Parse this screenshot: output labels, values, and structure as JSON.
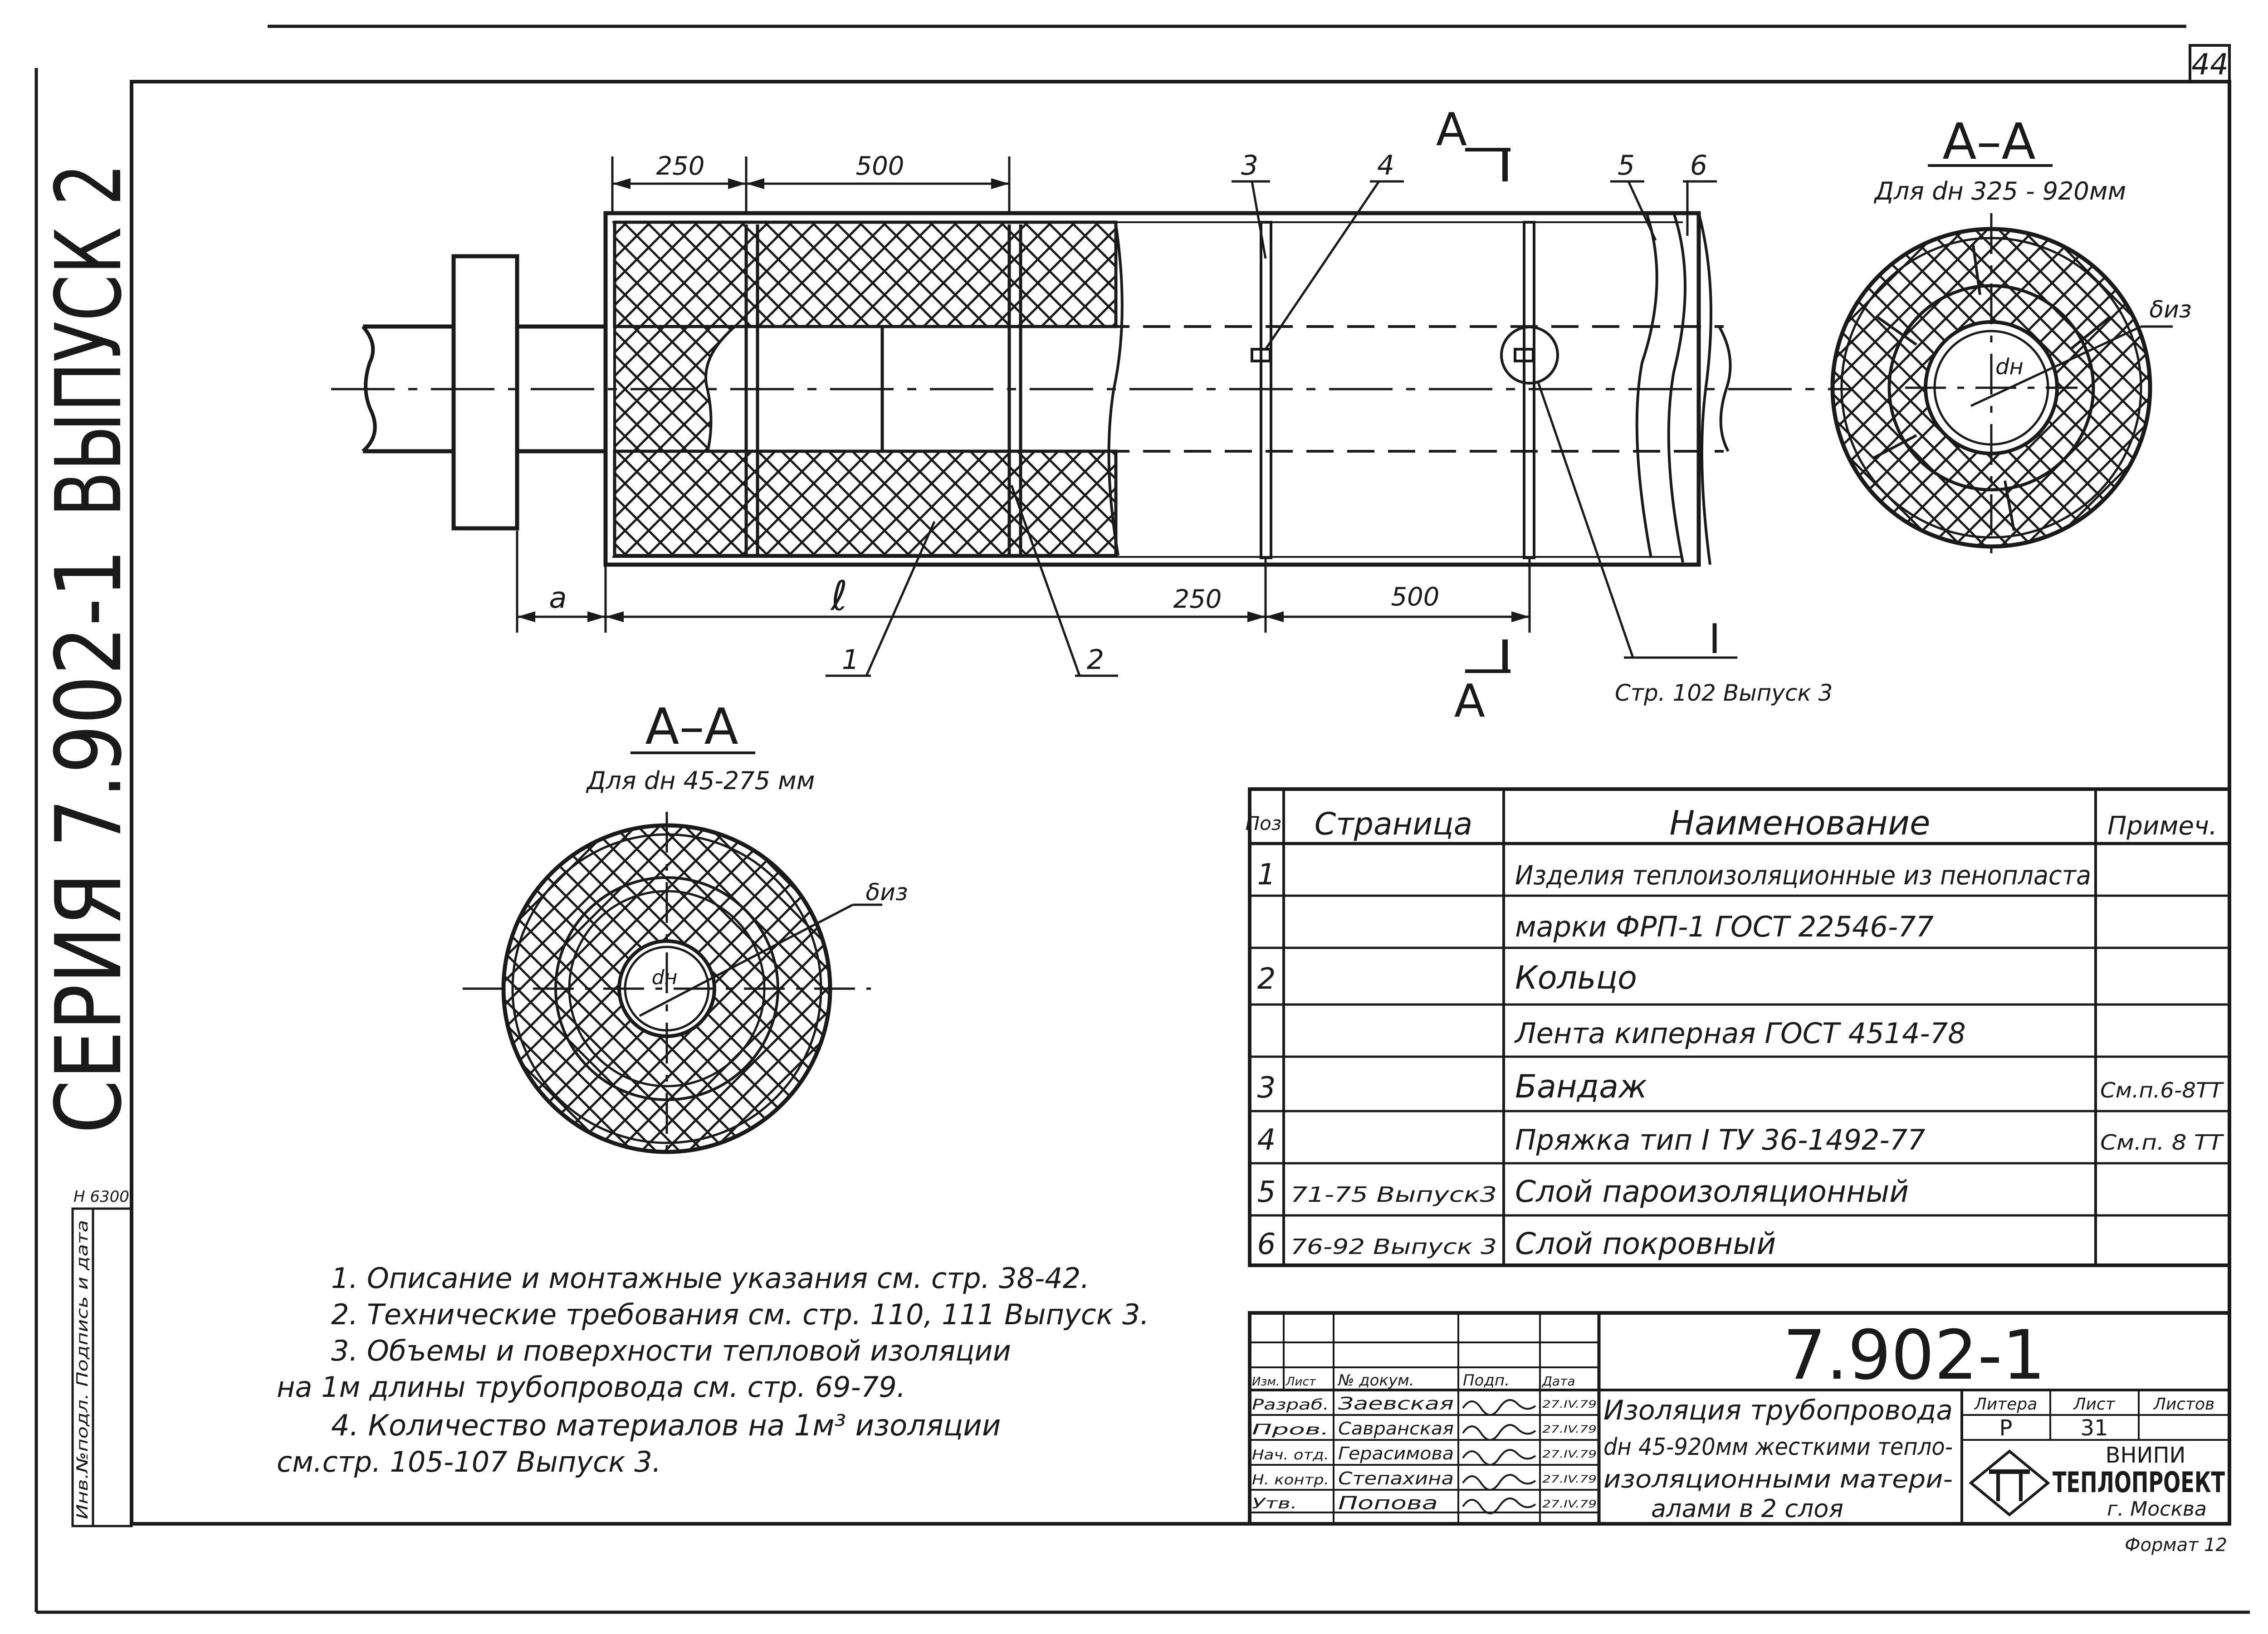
{
  "sheet": {
    "page_number": "44",
    "series": "СЕРИЯ 7.902-1",
    "issue": "ВЫПУСК 2",
    "side_code": "Н 6300",
    "side_label": "Инв.№подл. Подпись и дата"
  },
  "section_label": "А",
  "main_view": {
    "dims": {
      "top_250": "250",
      "top_500": "500",
      "a": "a",
      "l": "ℓ",
      "bottom_250": "250",
      "bottom_500": "500"
    },
    "callouts": [
      "1",
      "2",
      "3",
      "4",
      "5",
      "6"
    ],
    "detail": {
      "label": "I",
      "reference": "Стр. 102  Выпуск 3"
    }
  },
  "section_large": {
    "title": "А–А",
    "subtitle": "Для dн 325 - 920мм",
    "dn_label": "dн",
    "delta_label": "δиз"
  },
  "section_small": {
    "title": "А–А",
    "subtitle": "Для dн  45-275 мм",
    "dn_label": "dн",
    "delta_label": "δиз"
  },
  "spec_table": {
    "headers": [
      "Поз.",
      "Страница",
      "Наименование",
      "Примеч."
    ],
    "rows": [
      {
        "pos": "1",
        "page": "",
        "name": "Изделия теплоизоляционные из пенопласта",
        "note": ""
      },
      {
        "pos": "",
        "page": "",
        "name": "марки ФРП-1  ГОСТ 22546-77",
        "note": ""
      },
      {
        "pos": "2",
        "page": "",
        "name": "Кольцо",
        "note": ""
      },
      {
        "pos": "",
        "page": "",
        "name": "Лента киперная  ГОСТ 4514-78",
        "note": ""
      },
      {
        "pos": "3",
        "page": "",
        "name": "Бандаж",
        "note": "См.п.6-8ТТ"
      },
      {
        "pos": "4",
        "page": "",
        "name": "Пряжка тип I  ТУ 36-1492-77",
        "note": "См.п. 8 ТТ"
      },
      {
        "pos": "5",
        "page": "71-75 Выпуск3",
        "name": "Слой  пароизоляционный",
        "note": ""
      },
      {
        "pos": "6",
        "page": "76-92 Выпуск 3",
        "name": "Слой  покровный",
        "note": ""
      }
    ]
  },
  "notes": [
    "1. Описание и монтажные указания см. стр. 38-42.",
    "2. Технические требования см. стр. 110, 111 Выпуск 3.",
    "3. Объемы и поверхности тепловой изоляции",
    "на 1м  длины трубопровода см. стр. 69-79.",
    "4. Количество материалов на 1м³ изоляции",
    "см.стр.  105-107  Выпуск 3."
  ],
  "title_block": {
    "code": "7.902-1",
    "col_headers": [
      "Изм.",
      "Лист",
      "№ докум.",
      "Подп.",
      "Дата"
    ],
    "people": [
      {
        "role": "Разраб.",
        "name": "Заевская",
        "date": "27.IV.79"
      },
      {
        "role": "Пров.",
        "name": "Савранская",
        "date": "27.IV.79"
      },
      {
        "role": "Нач. отд.",
        "name": "Герасимова",
        "date": "27.IV.79"
      },
      {
        "role": "Н. контр.",
        "name": "Степахина",
        "date": "27.IV.79"
      },
      {
        "role": "Утв.",
        "name": "Попова",
        "date": "27.IV.79"
      }
    ],
    "title_lines": [
      "Изоляция трубопровода",
      "dн 45-920мм жесткими тепло-",
      "изоляционными матери-",
      "алами в 2 слоя"
    ],
    "stage_headers": [
      "Литера",
      "Лист",
      "Листов"
    ],
    "stage": "Р",
    "sheet_no": "31",
    "sheets_total": "",
    "org_line1": "ВНИПИ",
    "org_line2": "ТЕПЛОПРОЕКТ",
    "org_city": "г. Москва",
    "format": "Формат 12"
  }
}
